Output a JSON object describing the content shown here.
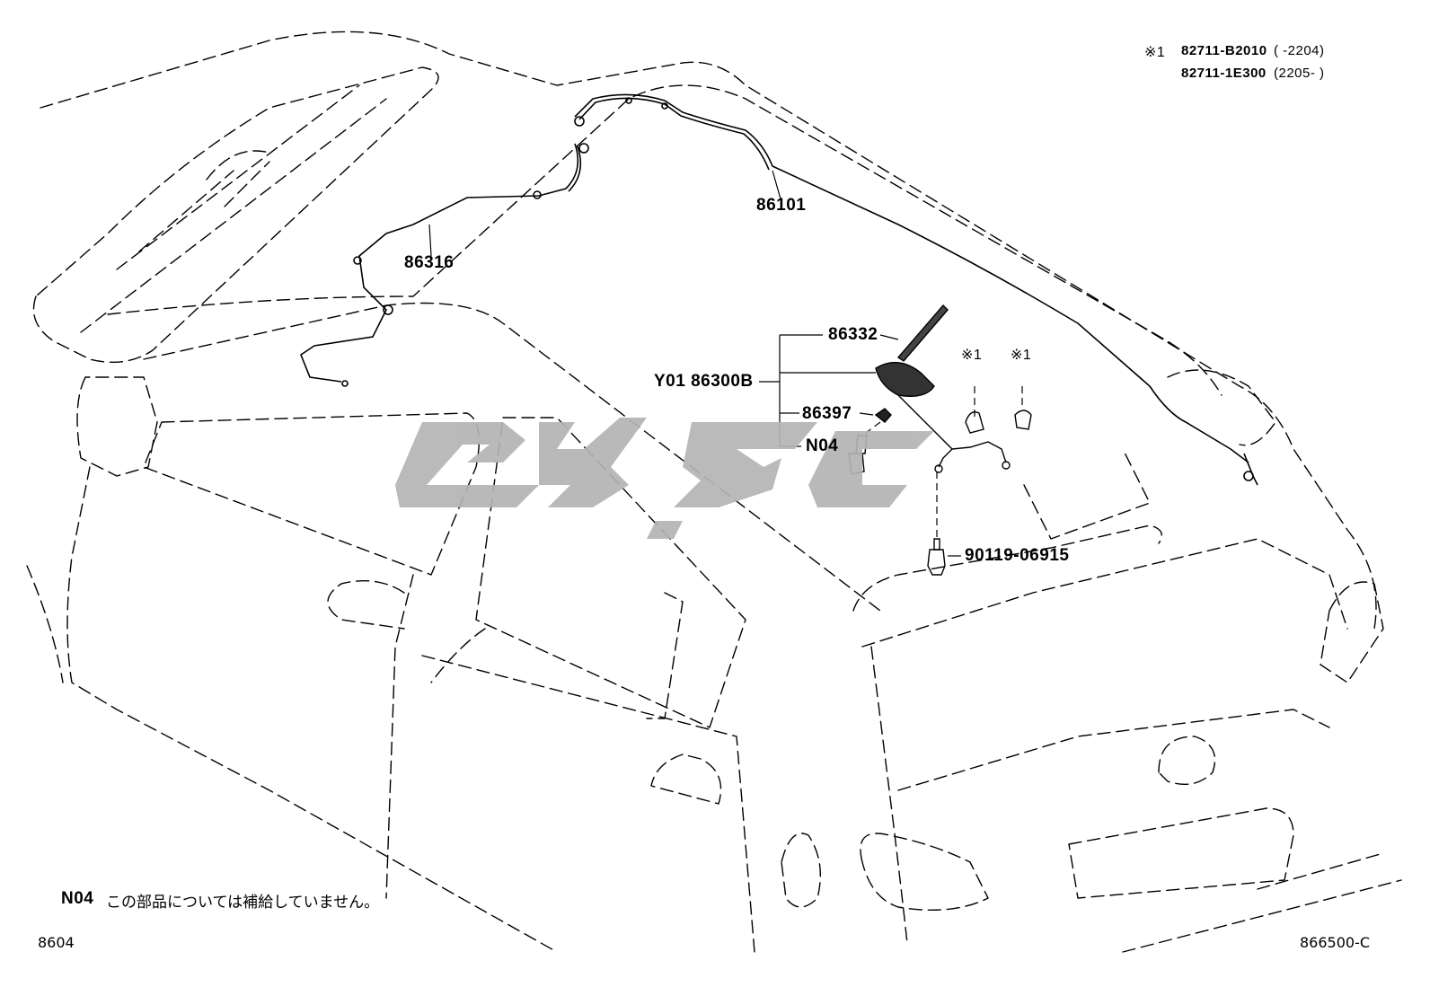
{
  "figure": {
    "footnote_table": {
      "mark": "※1",
      "rows": [
        {
          "part": "82711-B2010",
          "range": "(      -2204)"
        },
        {
          "part": "82711-1E300",
          "range": "(2205-      )"
        }
      ]
    },
    "callouts": {
      "p86101": "86101",
      "p86316": "86316",
      "p86332": "86332",
      "p86300b": "Y01 86300B",
      "p86397": "86397",
      "pN04": "N04",
      "p90119": "90119-06915",
      "mark_a": "※1",
      "mark_b": "※1"
    },
    "note": {
      "code": "N04",
      "text": "この部品については補給していません。"
    },
    "page_code": "8604",
    "figure_code": "866500-C",
    "watermark_color": "#b4b4b4"
  }
}
